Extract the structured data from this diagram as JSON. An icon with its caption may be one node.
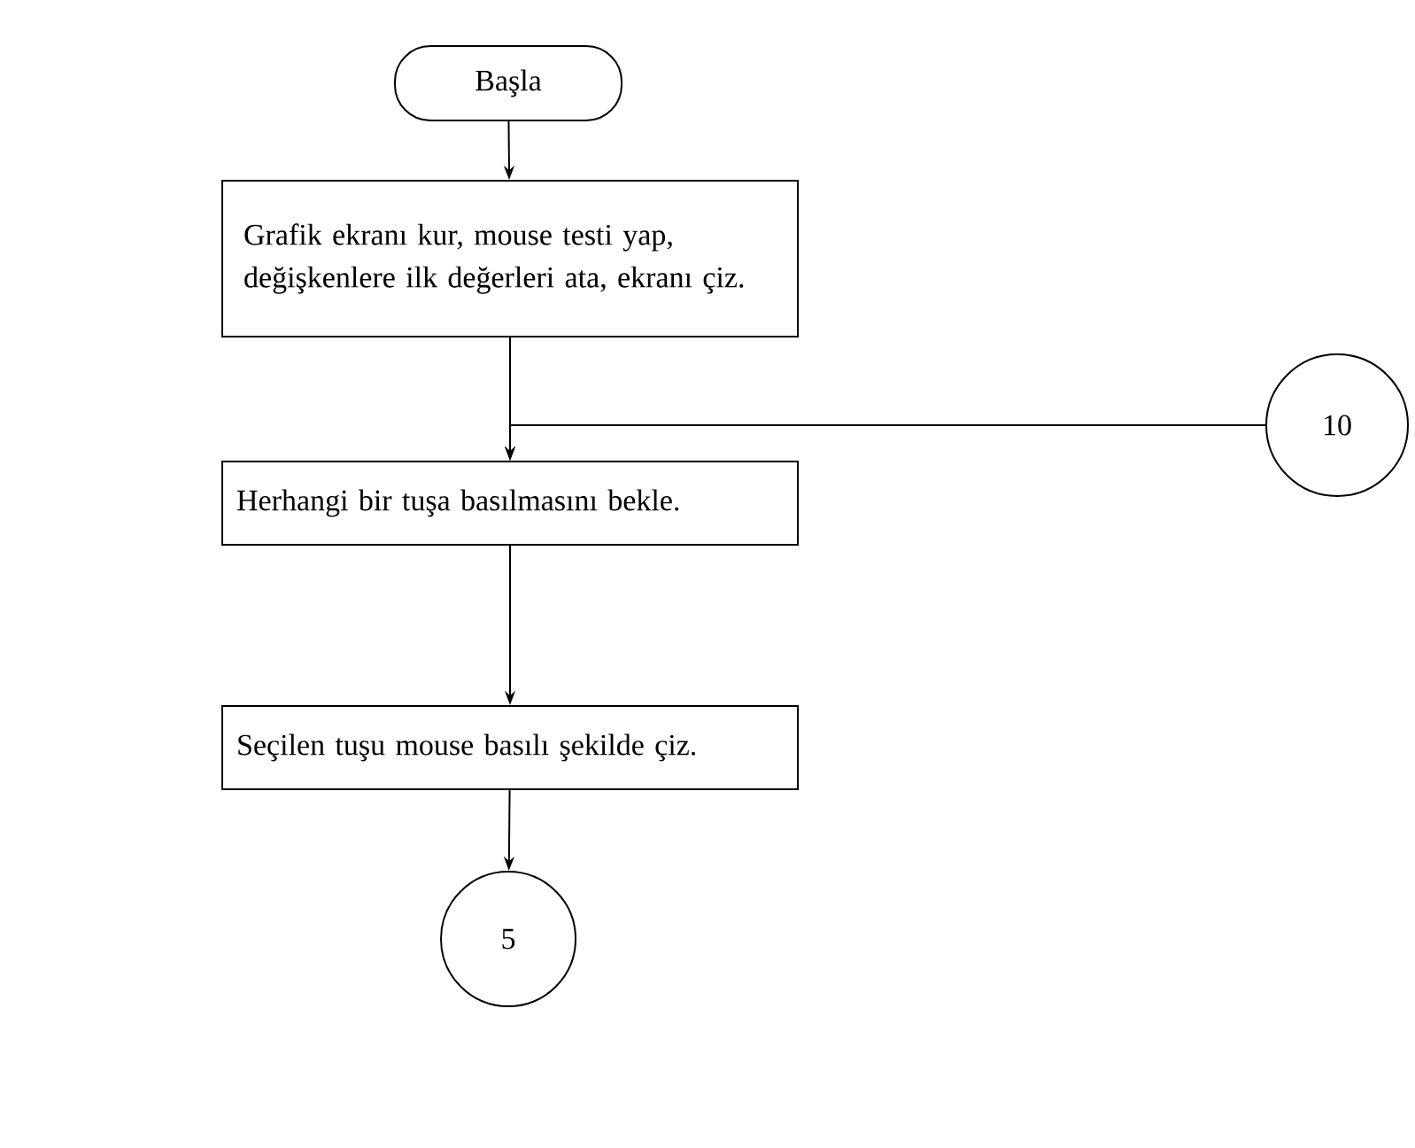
{
  "diagram": {
    "nodes": [
      {
        "text": [
          "Başla"
        ]
      },
      {
        "text": [
          "Grafik ekranı kur, mouse testi yap, değişkenlere ilk değerleri ata, ekranı çiz."
        ]
      },
      {
        "text": [
          "10"
        ]
      },
      {
        "text": [
          "Herhangi bir tuşa basılmasını bekle."
        ]
      },
      {
        "text": [
          "Seçilen tuşu mouse basılı şekilde çiz."
        ]
      },
      {
        "text": [
          "5"
        ]
      }
    ],
    "edges": [
      {
        "from": 0,
        "to": 1,
        "arrow": "to"
      },
      {
        "from": 1,
        "to": 3,
        "arrow": "to"
      },
      {
        "from": 2,
        "to": 3,
        "arrow": "to"
      },
      {
        "from": 3,
        "to": 4,
        "arrow": "to"
      },
      {
        "from": 4,
        "to": 5,
        "arrow": "to"
      }
    ]
  }
}
